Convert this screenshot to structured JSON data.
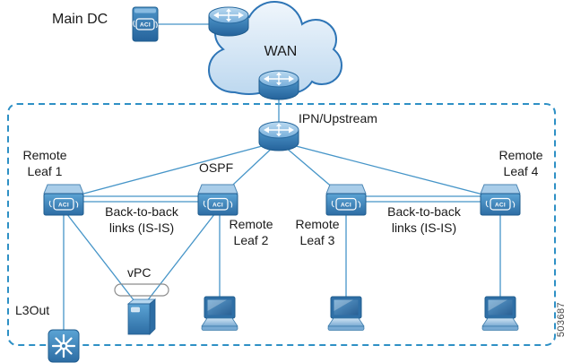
{
  "figure_number": "503687",
  "colors": {
    "link_line": "#4695c8",
    "site_boundary_dash": "#2e90c5",
    "node_blue_dark": "#2f74ad",
    "node_blue_light": "#7db8e0",
    "cloud_fill_top": "#f0f6fc",
    "cloud_fill_bottom": "#bdd8ef",
    "text": "#1a1a1a"
  },
  "icon_text": {
    "aci": "ACI"
  },
  "nodes": {
    "main_dc": {
      "label": "Main DC",
      "icon": "aci-pod-icon"
    },
    "wan": {
      "label": "WAN",
      "icon": "cloud-icon"
    },
    "ipn": {
      "label": "IPN/Upstream",
      "icon": "router-icon"
    },
    "leaf1": {
      "label_line1": "Remote",
      "label_line2": "Leaf 1",
      "icon": "aci-leaf-switch-icon"
    },
    "leaf2": {
      "label_line1": "Remote",
      "label_line2": "Leaf 2",
      "icon": "aci-leaf-switch-icon"
    },
    "leaf3": {
      "label_line1": "Remote",
      "label_line2": "Leaf 3",
      "icon": "aci-leaf-switch-icon"
    },
    "leaf4": {
      "label_line1": "Remote",
      "label_line2": "Leaf 4",
      "icon": "aci-leaf-switch-icon"
    },
    "l3out": {
      "label": "L3Out",
      "icon": "l3-switch-icon"
    },
    "vpc_server": {
      "label": "vPC",
      "icon": "server-icon"
    },
    "host1": {
      "icon": "laptop-icon"
    },
    "host2": {
      "icon": "laptop-icon"
    },
    "host3": {
      "icon": "laptop-icon"
    }
  },
  "annotations": {
    "ospf": "OSPF",
    "back_to_back_left_line1": "Back-to-back",
    "back_to_back_left_line2": "links (IS-IS)",
    "back_to_back_right_line1": "Back-to-back",
    "back_to_back_right_line2": "links (IS-IS)"
  },
  "edges": [
    {
      "from": "main_dc",
      "to": "wan_edge_router"
    },
    {
      "from": "wan_bottom_router",
      "to": "ipn"
    },
    {
      "from": "ipn",
      "to": "leaf1",
      "protocol": "OSPF"
    },
    {
      "from": "ipn",
      "to": "leaf2",
      "protocol": "OSPF"
    },
    {
      "from": "ipn",
      "to": "leaf3",
      "protocol": "OSPF"
    },
    {
      "from": "ipn",
      "to": "leaf4",
      "protocol": "OSPF"
    },
    {
      "from": "leaf1",
      "to": "leaf2",
      "type": "back-to-back links (IS-IS) x2"
    },
    {
      "from": "leaf3",
      "to": "leaf4",
      "type": "back-to-back links (IS-IS) x2"
    },
    {
      "from": "leaf1",
      "to": "l3out"
    },
    {
      "from": "leaf1",
      "to": "vpc_server",
      "type": "vPC"
    },
    {
      "from": "leaf2",
      "to": "vpc_server",
      "type": "vPC"
    },
    {
      "from": "leaf2",
      "to": "host1"
    },
    {
      "from": "leaf3",
      "to": "host2"
    },
    {
      "from": "leaf4",
      "to": "host3"
    }
  ]
}
